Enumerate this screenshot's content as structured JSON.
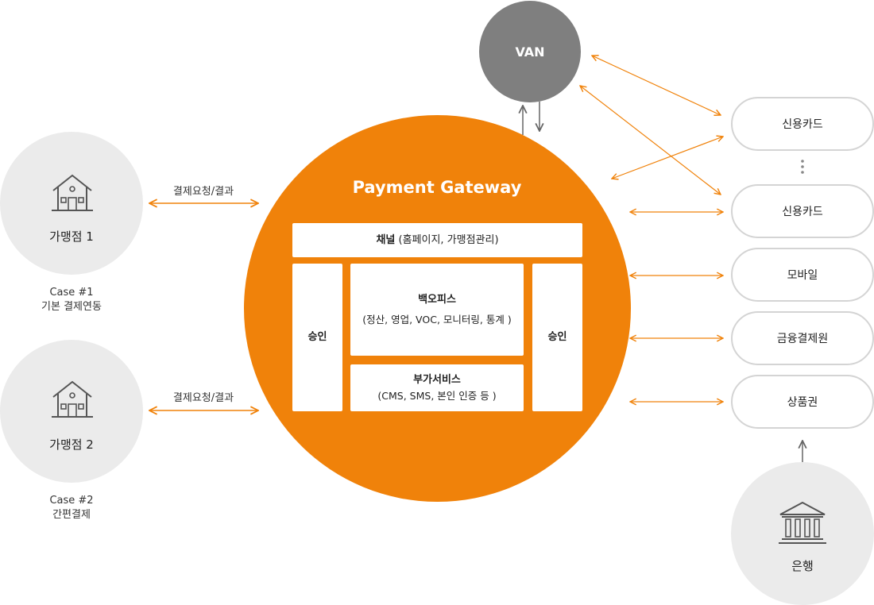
{
  "merchants": [
    {
      "name": "가맹점 1",
      "arrow_label": "결제요청/결과",
      "case_line1": "Case #1",
      "case_line2": "기본 결제연동",
      "icon": "house-icon"
    },
    {
      "name": "가맹점 2",
      "arrow_label": "결제요청/결과",
      "case_line1": "Case #2",
      "case_line2": "간편결제",
      "icon": "house-icon"
    }
  ],
  "gateway": {
    "title": "Payment Gateway",
    "channel_bold": "채널",
    "channel_rest": " (홈페이지, 가맹점관리)",
    "approve_left": "승인",
    "approve_right": "승인",
    "backoffice_title": "백오피스",
    "backoffice_detail": "(정산, 영업, VOC, 모니터링, 통계 )",
    "addon_title": "부가서비스",
    "addon_detail": "(CMS, SMS, 본인 인증 등 )"
  },
  "van": {
    "label": "VAN"
  },
  "partners": [
    {
      "label": "신용카드"
    },
    {
      "label": "신용카드"
    },
    {
      "label": "모바일"
    },
    {
      "label": "금융결제원"
    },
    {
      "label": "상품권"
    }
  ],
  "bank": {
    "label": "은행",
    "icon": "bank-icon"
  },
  "colors": {
    "accent": "#f0820a",
    "van_gray": "#7f7f7f",
    "circle_gray": "#ebebeb",
    "pill_border": "#d4d4d4"
  }
}
